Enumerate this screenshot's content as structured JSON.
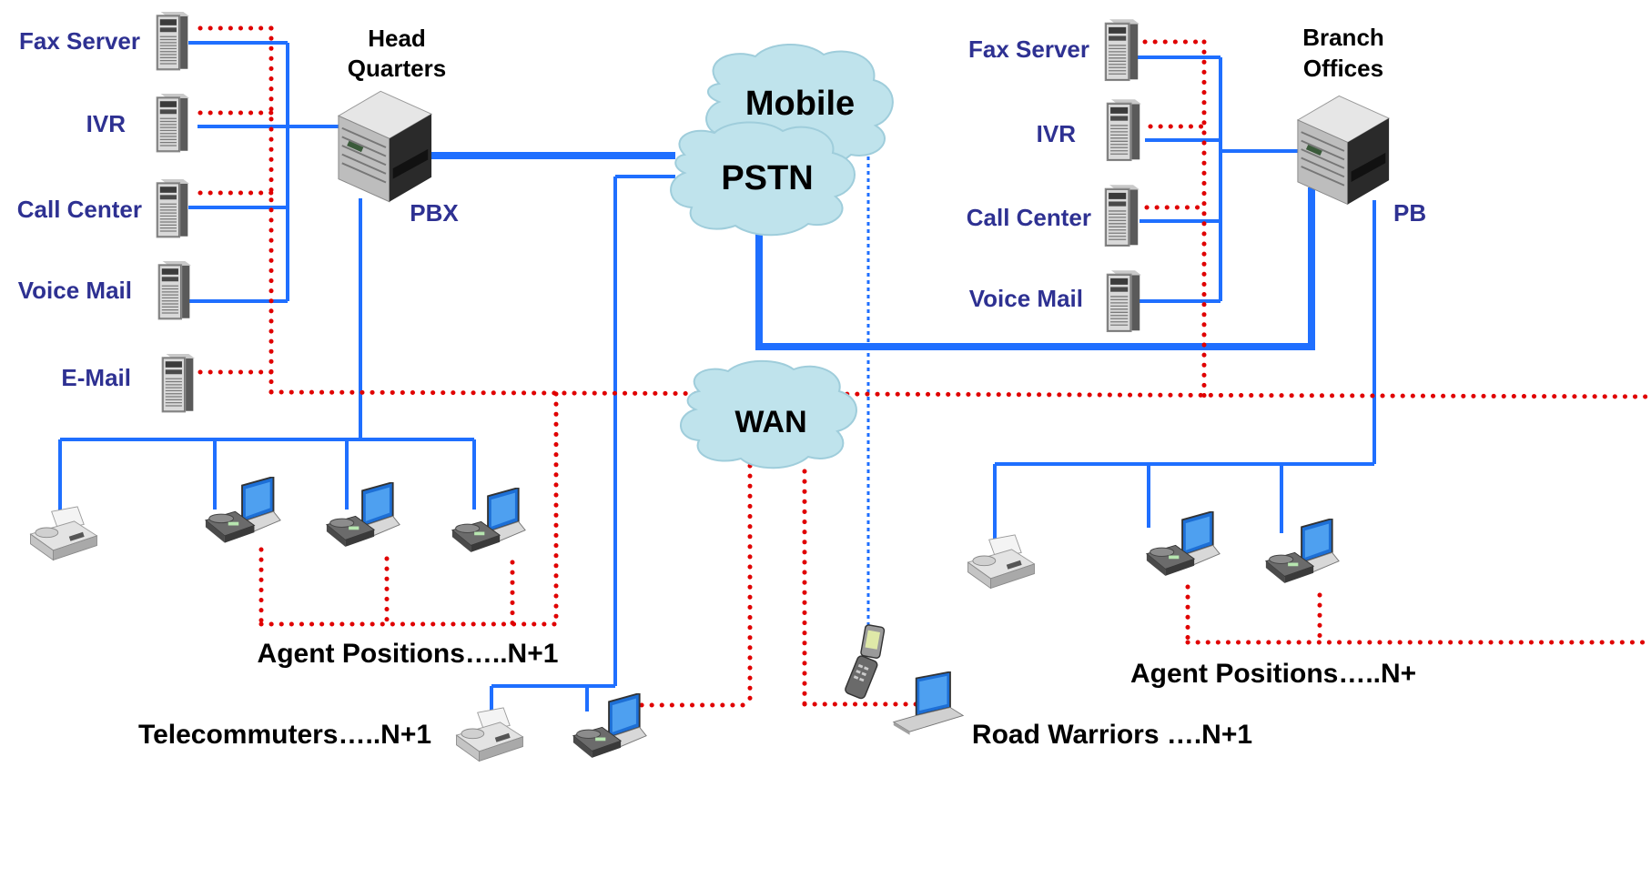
{
  "hq": {
    "title_line1": "Head",
    "title_line2": "Quarters",
    "pbx_label": "PBX",
    "servers": [
      "Fax Server",
      "IVR",
      "Call Center",
      "Voice Mail",
      "E-Mail"
    ],
    "agent_positions": "Agent Positions…..N+1"
  },
  "branch": {
    "title_line1": "Branch",
    "title_line2": "Offices",
    "pbx_label": "PB",
    "servers": [
      "Fax Server",
      "IVR",
      "Call Center",
      "Voice Mail"
    ],
    "agent_positions": "Agent Positions…..N+"
  },
  "clouds": {
    "mobile": "Mobile",
    "pstn": "PSTN",
    "wan": "WAN"
  },
  "telecommuters": "Telecommuters…..N+1",
  "road_warriors": "Road Warriors ….N+1",
  "colors": {
    "label_blue": "#2e3192",
    "line_blue": "#1f6fff",
    "dot_red": "#e00000",
    "cloud_fill": "#bfe3ec",
    "cloud_edge": "#9fcddb",
    "mobile_dotted": "#1f6fff"
  },
  "icons": {
    "server": "server-tower-icon",
    "pbx": "pbx-cabinet-icon",
    "fax": "fax-machine-icon",
    "phone_laptop": "phone-with-laptop-icon",
    "laptop": "laptop-icon",
    "cellphone": "flip-phone-icon",
    "cloud": "cloud-icon"
  }
}
